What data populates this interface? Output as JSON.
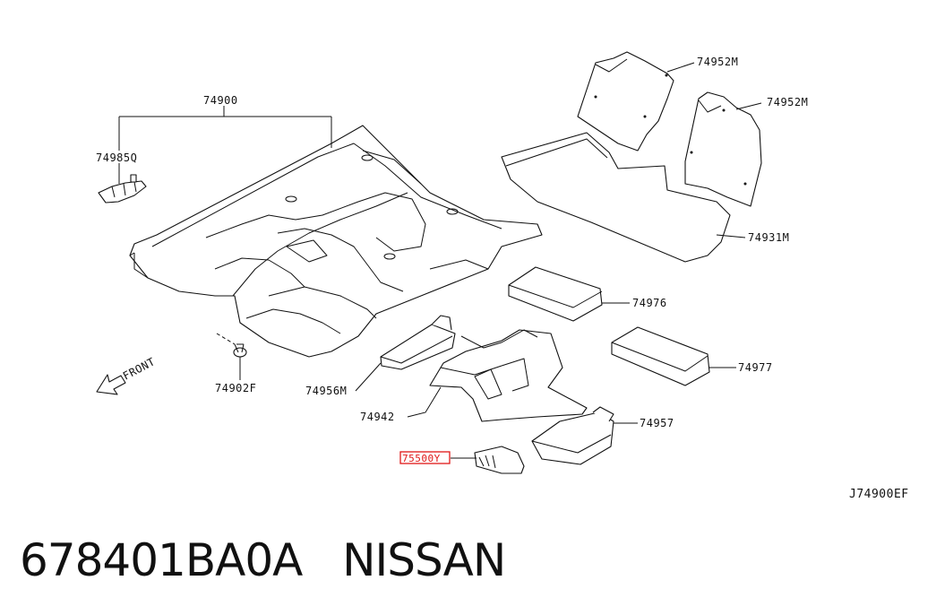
{
  "diagram": {
    "callouts": {
      "c74900": "74900",
      "c74985q": "74985Q",
      "c74952m_a": "74952M",
      "c74952m_b": "74952M",
      "c74931m": "74931M",
      "c74976": "74976",
      "c74977": "74977",
      "c74957": "74957",
      "c74942": "74942",
      "c74956m": "74956M",
      "c74902f": "74902F",
      "c75500y": "75500Y"
    },
    "front_label": "FRONT",
    "figure_code": "J74900EF",
    "highlight_color": "#e01818"
  },
  "footer": {
    "part_number": "678401BA0A",
    "brand": "NISSAN"
  }
}
